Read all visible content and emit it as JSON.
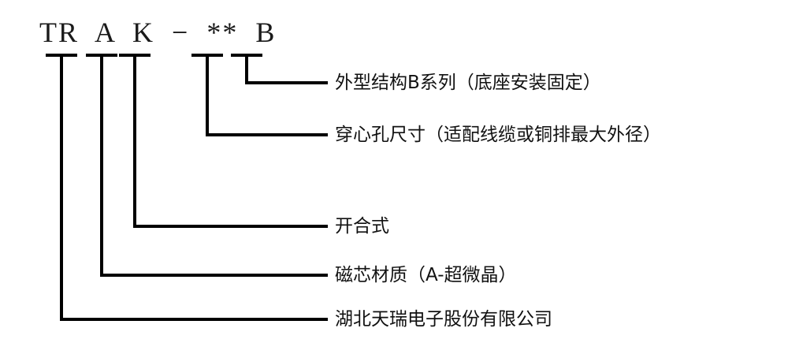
{
  "diagram": {
    "title": "TR  A  K  −  **  B",
    "background_color": "#ffffff",
    "line_color": "#000000",
    "text_color": "#111111",
    "segments": [
      {
        "code": "TR",
        "label": "湖北天瑞电子股份有限公司"
      },
      {
        "code": "A",
        "label": "磁芯材质（A-超微晶）"
      },
      {
        "code": "K",
        "label": "开合式"
      },
      {
        "code": "**",
        "label": "穿心孔尺寸（适配线缆或铜排最大外径）"
      },
      {
        "code": "B",
        "label": "外型结构B系列（底座安装固定）"
      }
    ]
  }
}
